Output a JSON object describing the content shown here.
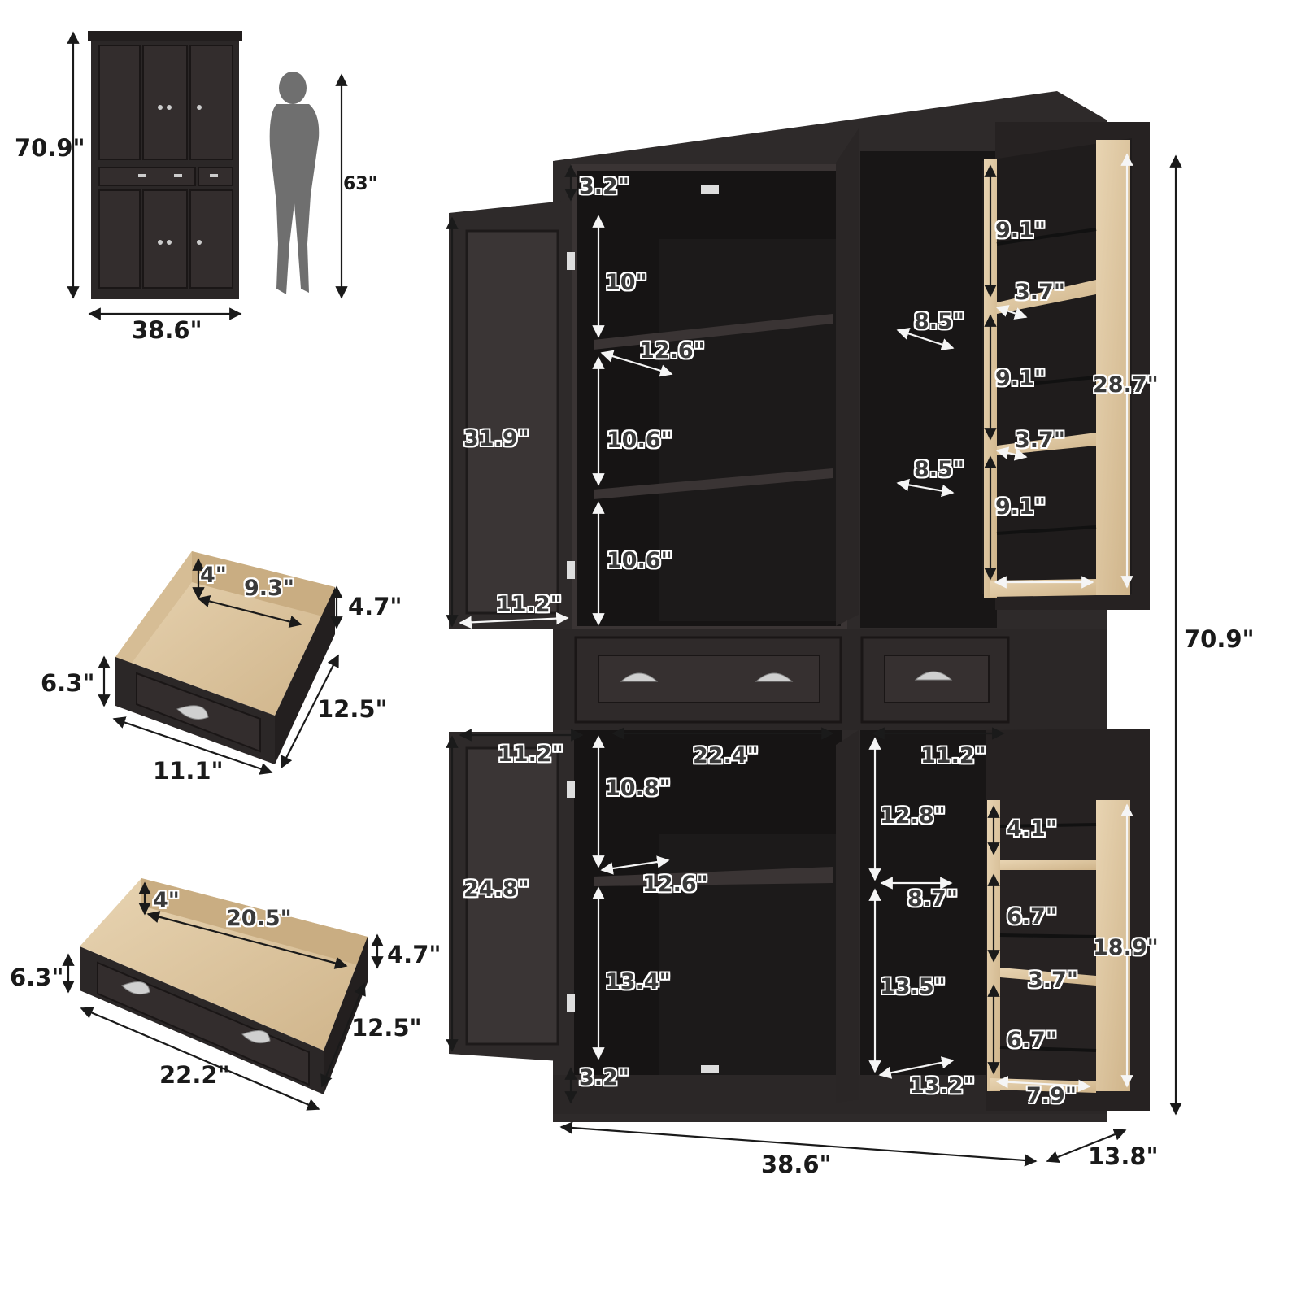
{
  "product": {
    "colors": {
      "cabinet": "#2b2727",
      "interior": "#161414",
      "wood": "#d9c29e",
      "background": "#ffffff",
      "dimension_line": "#1a1a1a"
    }
  },
  "overview": {
    "height": "70.9\"",
    "width": "38.6\"",
    "person_height": "63\""
  },
  "small_drawer": {
    "inner_depth_edge": "4\"",
    "inner_width": "9.3\"",
    "inner_height": "4.7\"",
    "front_height": "6.3\"",
    "depth": "12.5\"",
    "front_width": "11.1\""
  },
  "large_drawer": {
    "inner_depth_edge": "4\"",
    "inner_width": "20.5\"",
    "inner_height": "4.7\"",
    "front_height": "6.3\"",
    "depth": "12.5\"",
    "front_width": "22.2\""
  },
  "main": {
    "top_gap": "3.2\"",
    "upper_left_door_height": "31.9\"",
    "upper_left_door_width": "11.2\"",
    "upper_shelf_1": "10\"",
    "upper_shelf_depth": "12.6\"",
    "upper_shelf_2": "10.6\"",
    "upper_shelf_3": "10.6\"",
    "upper_right_depth_1": "8.5\"",
    "upper_right_depth_2": "8.5\"",
    "upper_rack_1": "9.1\"",
    "upper_rack_2": "9.1\"",
    "upper_rack_3": "9.1\"",
    "upper_rack_lip_1": "3.7\"",
    "upper_rack_lip_2": "3.7\"",
    "upper_rack_height": "28.7\"",
    "lower_left_door_width": "11.2\"",
    "lower_left_door_height": "24.8\"",
    "lower_center_width": "22.4\"",
    "lower_shelf_1": "10.8\"",
    "lower_shelf_depth": "12.6\"",
    "lower_shelf_2": "13.4\"",
    "lower_right_width": "11.2\"",
    "lower_right_1": "12.8\"",
    "lower_right_depth": "8.7\"",
    "lower_right_2": "13.5\"",
    "lower_right_bottom_depth": "13.2\"",
    "lower_rack_1": "4.1\"",
    "lower_rack_2": "6.7\"",
    "lower_rack_lip": "3.7\"",
    "lower_rack_3": "6.7\"",
    "lower_rack_height": "18.9\"",
    "lower_rack_width": "7.9\"",
    "bottom_gap": "3.2\"",
    "total_height": "70.9\"",
    "total_width": "38.6\"",
    "total_depth": "13.8\""
  }
}
